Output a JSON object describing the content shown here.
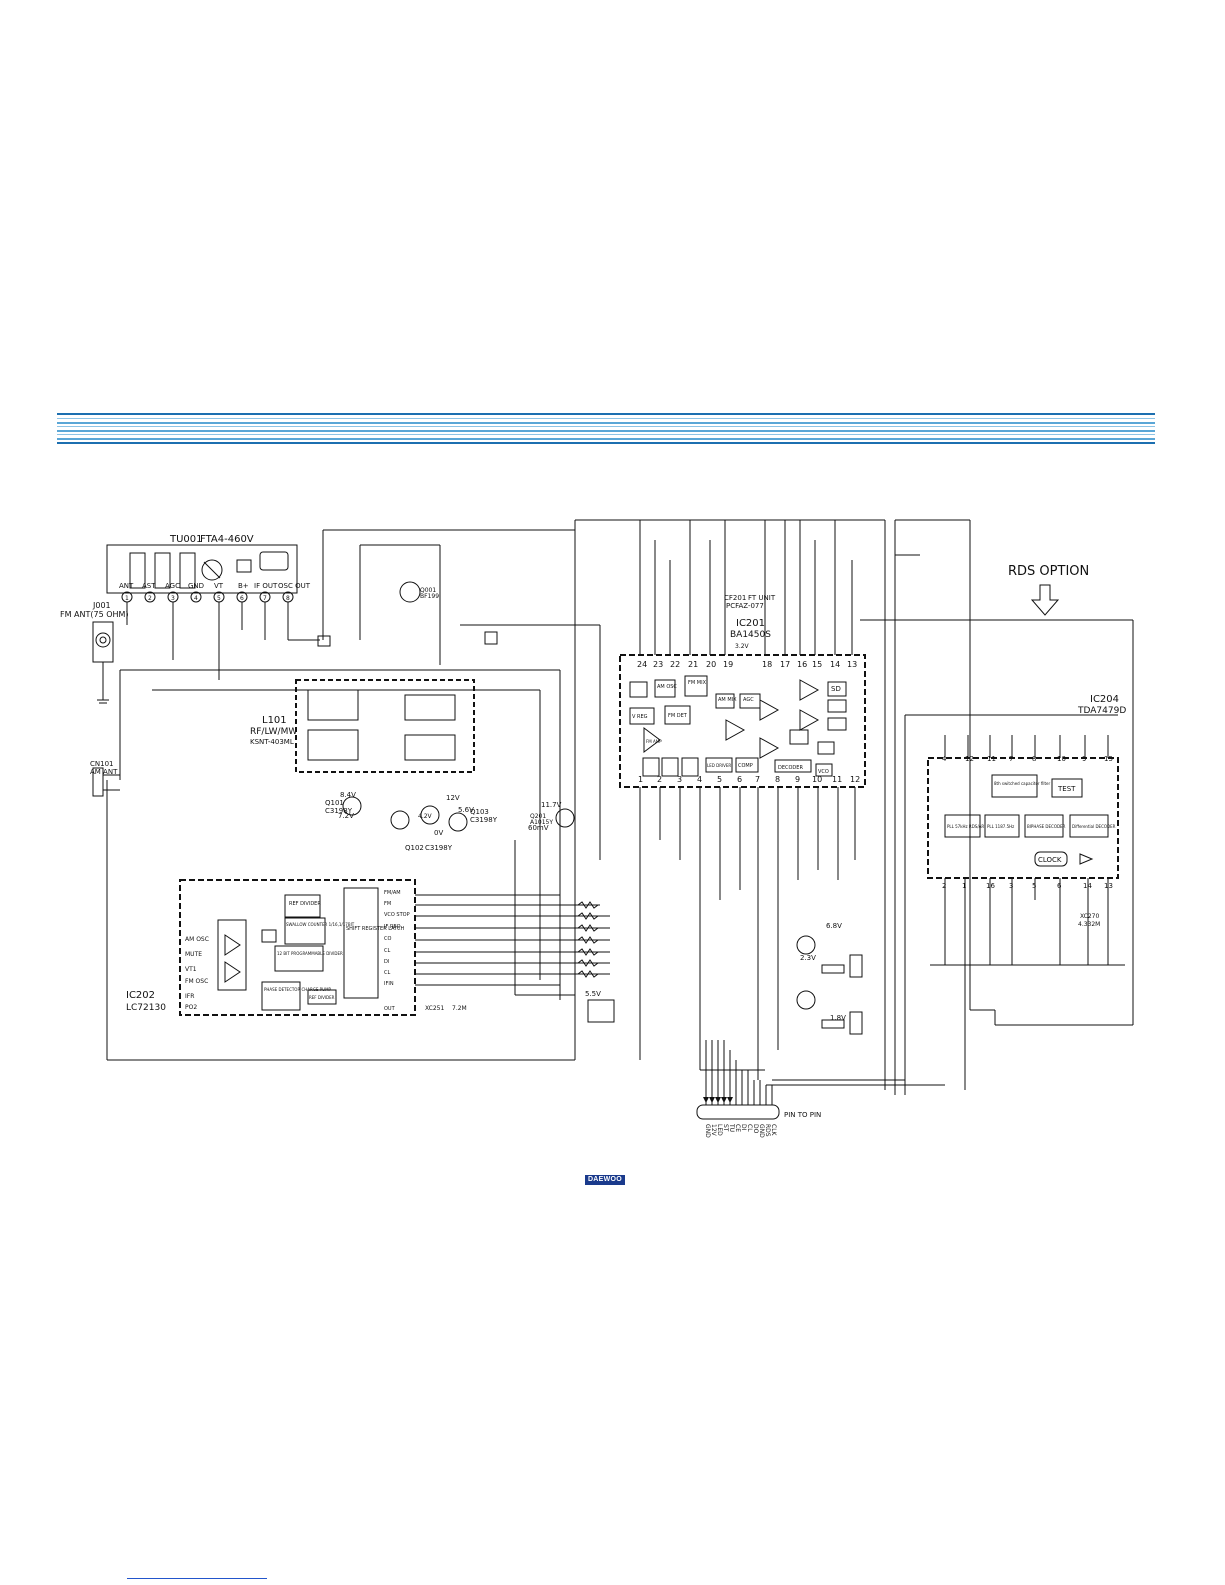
{
  "tuner": {
    "ref": "TU001",
    "model": "FTA4-460V",
    "pin_labels": [
      "ANT",
      "AST",
      "AGC",
      "GND",
      "VT",
      "B+",
      "IF OUT",
      "OSC OUT"
    ],
    "pin_numbers": [
      "1",
      "2",
      "3",
      "4",
      "5",
      "6",
      "7",
      "8"
    ]
  },
  "fm_antenna": {
    "ref": "J001",
    "label": "FM ANT(75 OHM)"
  },
  "am_antenna": {
    "ref": "CN101",
    "label": "AM ANT"
  },
  "coil": {
    "ref": "L101",
    "desc": "RF/LW/MW",
    "part": "KSNT-403ML"
  },
  "ic201": {
    "ref": "IC201",
    "part": "BA1450S",
    "top_pins": [
      "24",
      "23",
      "22",
      "21",
      "20",
      "19",
      "18",
      "17",
      "16",
      "15",
      "14",
      "13"
    ],
    "bottom_pins": [
      "1",
      "2",
      "3",
      "4",
      "5",
      "6",
      "7",
      "8",
      "9",
      "10",
      "11",
      "12"
    ],
    "blocks": [
      "AM OSC",
      "FM MIX",
      "AM MIX",
      "AGC",
      "SD",
      "V REG",
      "FM DET",
      "LED DRIVER",
      "COMP",
      "DECODER",
      "VCO",
      "FM AMP"
    ]
  },
  "ic202": {
    "ref": "IC202",
    "part": "LC72130",
    "blocks": [
      "REF DIVIDER",
      "SWALLOW COUNTER 1/16,1/17BIT",
      "12 BIT PROGRAMMABLE DIVIDER",
      "PHASE DETECTOR CHARGE PUMP",
      "REF DIVIDER",
      "SHIFT REGISTER LATCH"
    ],
    "side_labels": [
      "AM OSC",
      "MUTE",
      "VT1",
      "FM OSC",
      "IFR",
      "PO2"
    ],
    "pins": [
      "FM/AM",
      "FM",
      "VCO STOP",
      "IF REQ",
      "CO",
      "CL",
      "DI",
      "CL",
      "IFIN",
      "OUT"
    ]
  },
  "ic204": {
    "ref": "IC204",
    "part": "TDA7479D",
    "blocks": [
      "8th switched capacitor filter",
      "TEST",
      "PLL 57kHz RDS/ARI",
      "PLL 1187.5Hz",
      "BIPHASE DECODER",
      "Differential DECODER",
      "CLOCK"
    ],
    "pins_top": [
      "4",
      "12",
      "11",
      "7",
      "8",
      "10",
      "9",
      "15"
    ],
    "pins_bottom": [
      "2",
      "1",
      "16",
      "3",
      "5",
      "6",
      "14",
      "13"
    ]
  },
  "rds": {
    "label": "RDS OPTION"
  },
  "cf201": {
    "ref": "CF201",
    "desc": "FT UNIT",
    "part": "PCFAZ-077"
  },
  "crystals": [
    {
      "ref": "XC251",
      "value": "7.2M"
    },
    {
      "ref": "XC270",
      "value": "4.332M"
    }
  ],
  "transistors": [
    {
      "ref": "Q101",
      "part": "C3198Y"
    },
    {
      "ref": "Q102",
      "part": "C3198Y"
    },
    {
      "ref": "Q103",
      "part": "C3198Y"
    },
    {
      "ref": "Q001",
      "part": "BF199"
    },
    {
      "ref": "Q201",
      "part": "A1015Y"
    }
  ],
  "voltages": [
    "12V",
    "8.4V",
    "7.2V",
    "5.6V",
    "11.7V",
    "0V",
    "6.8V",
    "2.3V",
    "1.8V",
    "5.5V",
    "60mV",
    "4.2V",
    "3.2V"
  ],
  "connector": {
    "label": "PIN TO PIN",
    "pins": [
      "GND",
      "12V",
      "LED",
      "ST",
      "TU",
      "CE",
      "DI",
      "CL",
      "DO",
      "GND",
      "RDS",
      "CLK"
    ]
  },
  "logo_text": "DAEWOO"
}
